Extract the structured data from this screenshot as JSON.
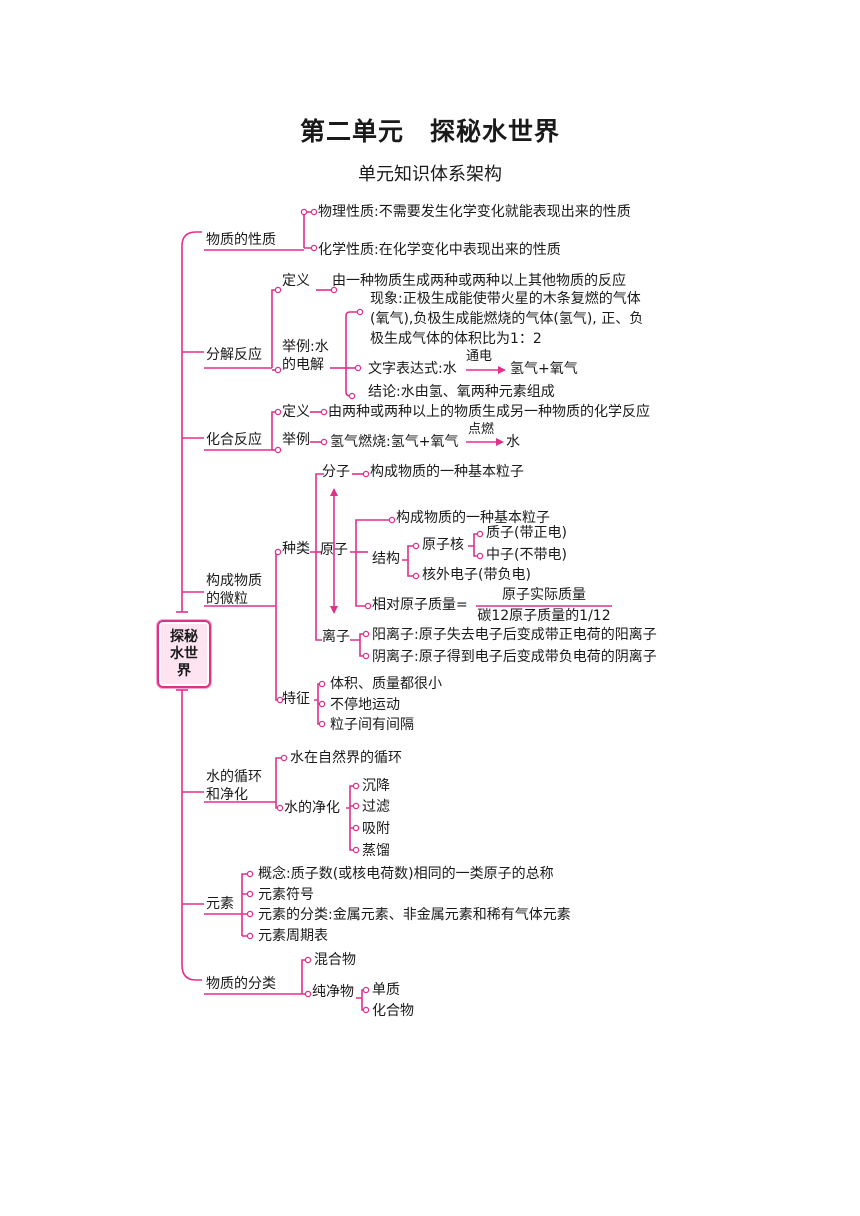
{
  "title": "第二单元　探秘水世界",
  "subtitle": "单元知识体系架构",
  "root": "探秘水世界",
  "sections": {
    "properties": {
      "label": "物质的性质",
      "physical": "物理性质:不需要发生化学变化就能表现出来的性质",
      "chemical": "化学性质:在化学变化中表现出来的性质"
    },
    "decomposition": {
      "label": "分解反应",
      "def_label": "定义",
      "def": "由一种物质生成两种或两种以上其他物质的反应",
      "example_label_1": "举例:水",
      "example_label_2": "的电解",
      "phen_1": "现象:正极生成能使带火星的木条复燃的气体",
      "phen_2": "(氧气),负极生成能燃烧的气体(氢气), 正、负",
      "phen_3": "极生成气体的体积比为1：2",
      "formula_prefix": "文字表达式:水",
      "formula_condition": "通电",
      "formula_products": "氢气+氧气",
      "conclusion": "结论:水由氢、氧两种元素组成"
    },
    "combination": {
      "label": "化合反应",
      "def_label": "定义",
      "def": "由两种或两种以上的物质生成另一种物质的化学反应",
      "example_label": "举例",
      "example_prefix": "氢气燃烧:氢气+氧气",
      "example_condition": "点燃",
      "example_product": "水"
    },
    "particles": {
      "label_1": "构成物质",
      "label_2": "的微粒",
      "kinds": "种类",
      "molecule": "分子",
      "molecule_def": "构成物质的一种基本粒子",
      "atom": "原子",
      "atom_def": "构成物质的一种基本粒子",
      "structure": "结构",
      "nucleus": "原子核",
      "proton": "质子(带正电)",
      "neutron": "中子(不带电)",
      "electron": "核外电子(带负电)",
      "relative_mass": "相对原子质量=",
      "frac_num": "原子实际质量",
      "frac_den": "碳12原子质量的1/12",
      "ion": "离子",
      "cation": "阳离子:原子失去电子后变成带正电荷的阳离子",
      "anion": "阴离子:原子得到电子后变成带负电荷的阴离子",
      "features": "特征",
      "feat_1": "体积、质量都很小",
      "feat_2": "不停地运动",
      "feat_3": "粒子间有间隔"
    },
    "water": {
      "label_1": "水的循环",
      "label_2": "和净化",
      "cycle": "水在自然界的循环",
      "purify": "水的净化",
      "methods": [
        "沉降",
        "过滤",
        "吸附",
        "蒸馏"
      ]
    },
    "element": {
      "label": "元素",
      "concept": "概念:质子数(或核电荷数)相同的一类原子的总称",
      "symbol": "元素符号",
      "classify": "元素的分类:金属元素、非金属元素和稀有气体元素",
      "table": "元素周期表"
    },
    "classification": {
      "label": "物质的分类",
      "mixture": "混合物",
      "pure": "纯净物",
      "simple": "单质",
      "compound": "化合物"
    }
  },
  "colors": {
    "line": "#e0308a",
    "root_fill": "#fde4f0",
    "text": "#1a1a1a"
  }
}
